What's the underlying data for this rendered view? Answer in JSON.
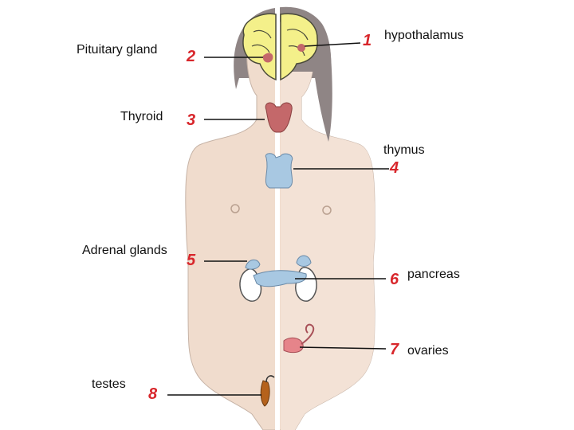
{
  "labels": {
    "hypothalamus": "hypothalamus",
    "pituitary": "Pituitary gland",
    "thyroid": "Thyroid",
    "thymus": "thymus",
    "adrenal": "Adrenal glands",
    "pancreas": "pancreas",
    "ovaries": "ovaries",
    "testes": "testes"
  },
  "numbers": {
    "n1": "1",
    "n2": "2",
    "n3": "3",
    "n4": "4",
    "n5": "5",
    "n6": "6",
    "n7": "7",
    "n8": "8"
  },
  "colors": {
    "skin_male": "#f0dccd",
    "skin_female": "#f3e2d6",
    "hair": "#8f8585",
    "brain": "#f4f08a",
    "thyroid": "#c4686a",
    "gland_blue": "#a8c8e2",
    "kidney": "#ffffff",
    "ovary": "#e6848a",
    "testis": "#b5621c",
    "number_red": "#d8262b"
  }
}
